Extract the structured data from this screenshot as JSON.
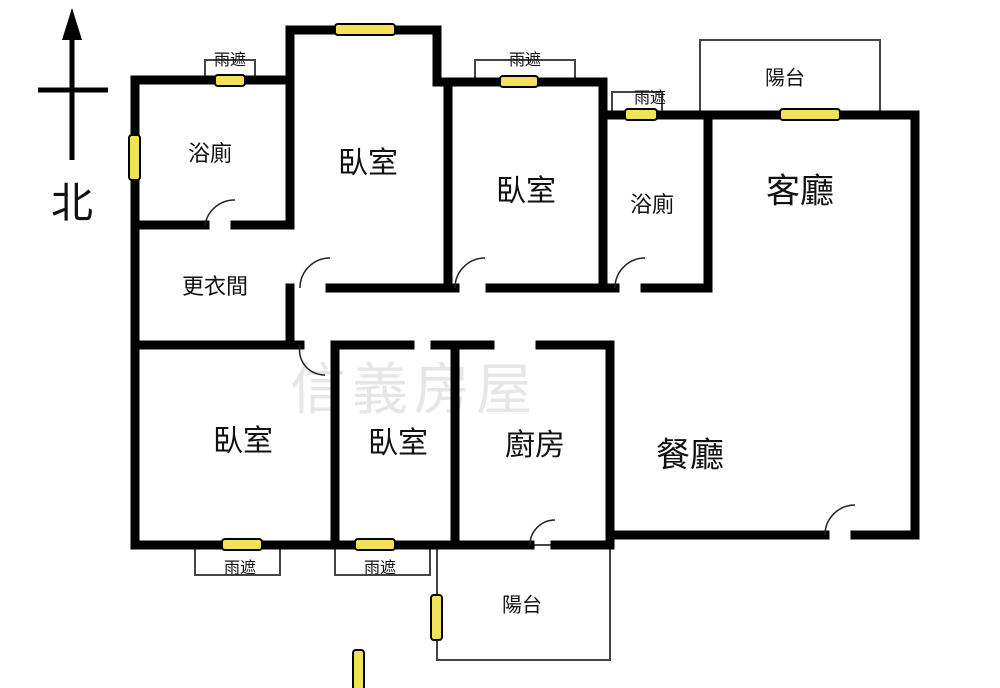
{
  "compass": {
    "label": "北"
  },
  "watermark": "信義房屋",
  "rooms": {
    "bath_nw": "浴廁",
    "bedroom_n1": "臥室",
    "bedroom_n2": "臥室",
    "bath_ne": "浴廁",
    "living": "客廳",
    "balcony_n": "陽台",
    "closet": "更衣間",
    "bedroom_sw": "臥室",
    "bedroom_s": "臥室",
    "kitchen": "廚房",
    "dining": "餐廳",
    "balcony_s": "陽台"
  },
  "awnings": [
    "雨遮",
    "雨遮",
    "雨遮",
    "雨遮",
    "雨遮"
  ],
  "colors": {
    "wall": "#000000",
    "window": "#f2e25a"
  }
}
